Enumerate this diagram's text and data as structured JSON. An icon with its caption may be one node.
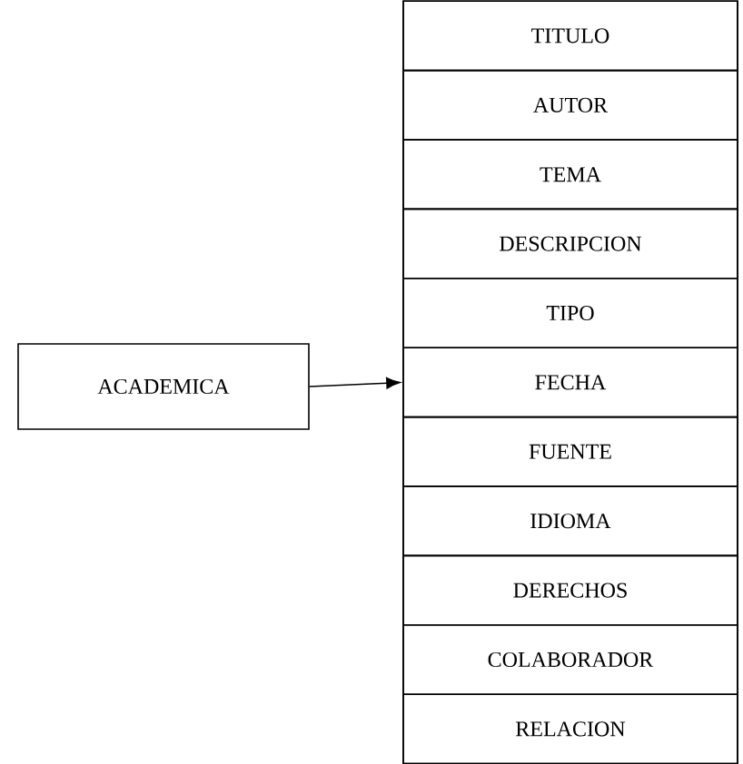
{
  "diagram": {
    "nodes": [
      {
        "text": [
          "ACADEMICA"
        ]
      },
      {
        "text": [
          "TITULO",
          "AUTOR",
          "TEMA",
          "DESCRIPCION",
          "TIPO",
          "FECHA",
          "FUENTE",
          "IDIOMA",
          "DERECHOS",
          "COLABORADOR",
          "RELACION"
        ]
      }
    ],
    "edges": [
      {
        "from": 0,
        "to": 1,
        "arrow": "to"
      }
    ]
  }
}
